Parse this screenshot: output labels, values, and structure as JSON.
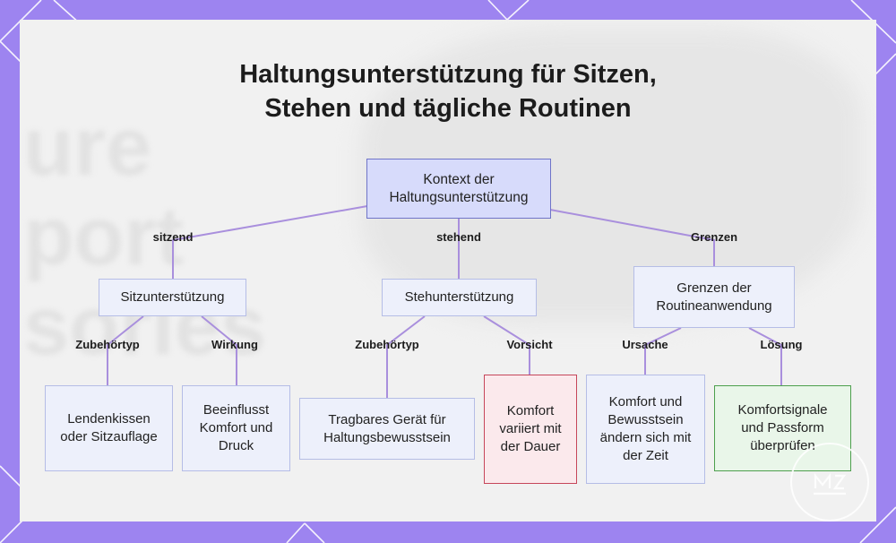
{
  "title_lines": [
    "Haltungsunterstützung für Sitzen,",
    "Stehen und tägliche Routinen"
  ],
  "colors": {
    "frame": "#9d84f0",
    "panel": "#f1f1f1",
    "edge": "#a98fdd",
    "node_fill": "#edf0fb",
    "root_fill": "#d7dbfb",
    "warn_border": "#c6465a",
    "ok_border": "#4d9f4d"
  },
  "nodes": {
    "root": "Kontext der Haltungsunterstützung",
    "sitting": "Sitzunterstützung",
    "standing": "Stehunterstützung",
    "limits": "Grenzen der Routineanwendung",
    "lumbar": "Lendenkissen oder Sitzauflage",
    "effect": "Beeinflusst Komfort und Druck",
    "wearable": "Tragbares Gerät für Haltungsbewusstsein",
    "comfort_varies": "Komfort variiert mit der Dauer",
    "comfort_changes": "Komfort und Bewusstsein ändern sich mit der Zeit",
    "check": "Komfortsignale und Passform überprüfen"
  },
  "edge_labels": {
    "sitting": "sitzend",
    "standing": "stehend",
    "limits": "Grenzen",
    "sit_type": "Zubehörtyp",
    "sit_effect": "Wirkung",
    "stand_type": "Zubehörtyp",
    "stand_caution": "Vorsicht",
    "cause": "Ursache",
    "solution": "Lösung"
  },
  "badge_icon": "brand-logo-icon"
}
